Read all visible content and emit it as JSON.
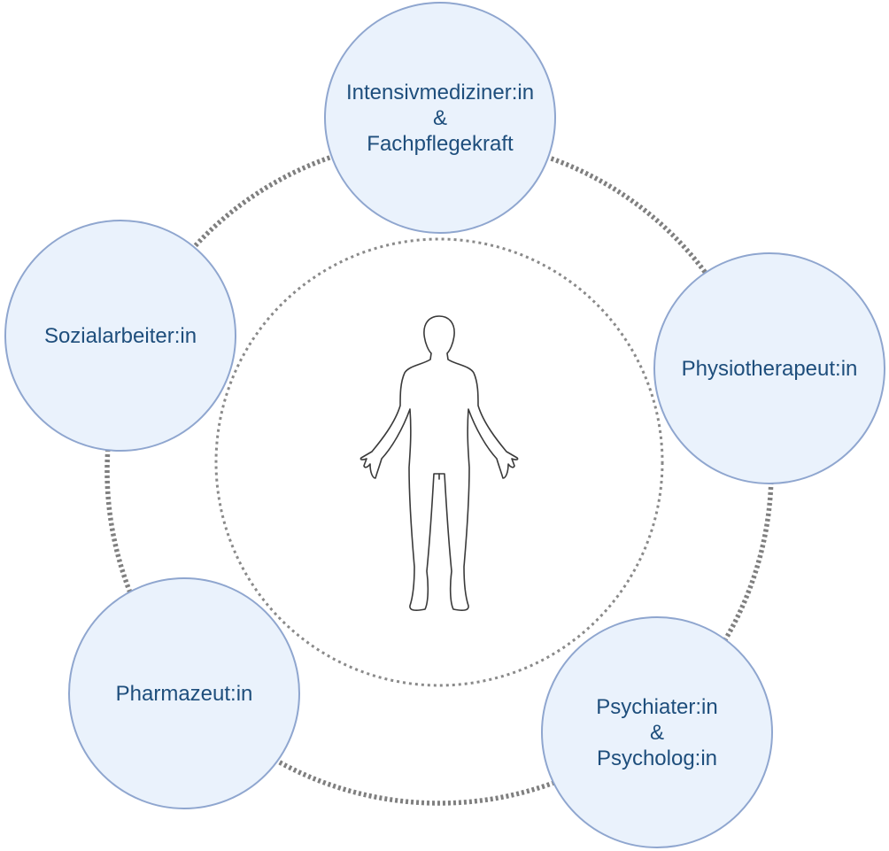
{
  "roles": [
    {
      "id": "intensive-care",
      "lines": [
        "Intensivmediziner:in",
        "&",
        "Fachpflegekraft"
      ]
    },
    {
      "id": "physiotherapist",
      "lines": [
        "Physiotherapeut:in"
      ]
    },
    {
      "id": "psychiatrist-psychologist",
      "lines": [
        "Psychiater:in",
        "&",
        "Psycholog:in"
      ]
    },
    {
      "id": "pharmacist",
      "lines": [
        "Pharmazeut:in"
      ]
    },
    {
      "id": "social-worker",
      "lines": [
        "Sozialarbeiter:in"
      ]
    }
  ],
  "center_icon": "human-body-outline-icon",
  "colors": {
    "circle_fill": "#eaf2fc",
    "circle_border": "#8fa6cf",
    "text": "#1e4e7c",
    "outer_ring": "#7f7f7f",
    "inner_ring": "#8a8a8a",
    "figure_stroke": "#3a3a3a"
  }
}
